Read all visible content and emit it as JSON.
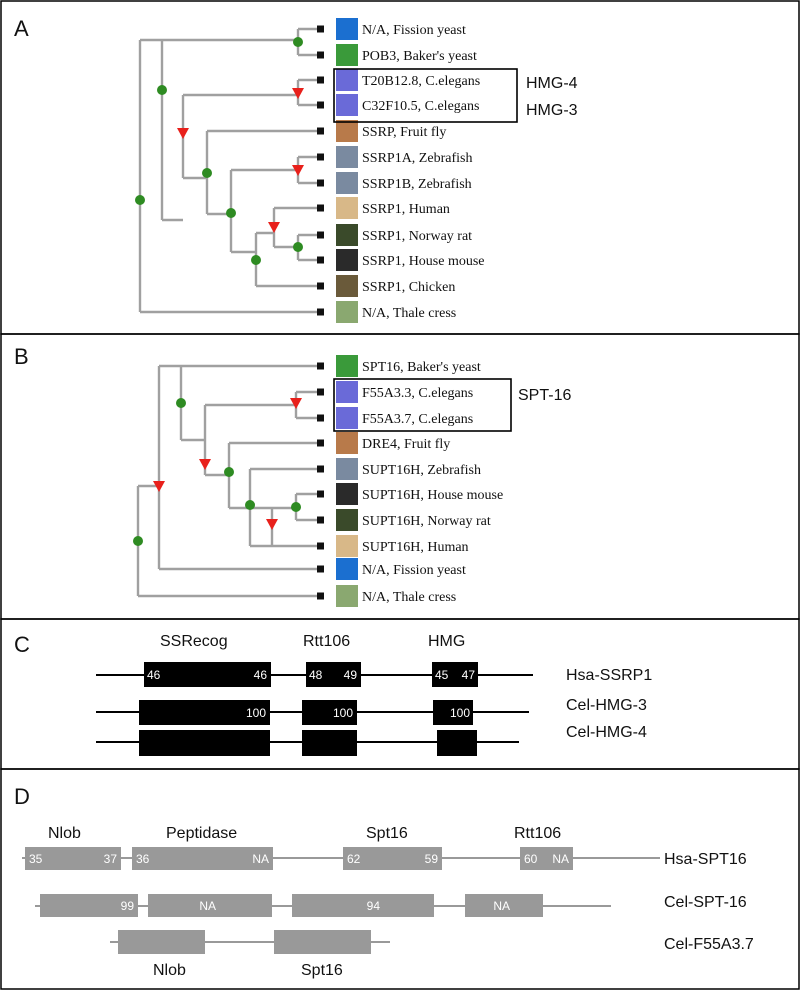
{
  "panel_a": {
    "letter": "A",
    "leaves": [
      {
        "label": "N/A, Fission yeast",
        "icon": "fission-yeast",
        "color": "#1b6fd0"
      },
      {
        "label": "POB3, Baker's yeast",
        "icon": "bakers-yeast",
        "color": "#3a9a3a"
      },
      {
        "label": "T20B12.8, C.elegans",
        "icon": "c-elegans",
        "color": "#6a6ad8"
      },
      {
        "label": "C32F10.5, C.elegans",
        "icon": "c-elegans",
        "color": "#6a6ad8"
      },
      {
        "label": "SSRP, Fruit fly",
        "icon": "fruit-fly",
        "color": "#b87a4a"
      },
      {
        "label": "SSRP1A, Zebrafish",
        "icon": "zebrafish",
        "color": "#7a8aa0"
      },
      {
        "label": "SSRP1B, Zebrafish",
        "icon": "zebrafish",
        "color": "#7a8aa0"
      },
      {
        "label": "SSRP1, Human",
        "icon": "human",
        "color": "#d8b888"
      },
      {
        "label": "SSRP1, Norway rat",
        "icon": "norway-rat",
        "color": "#3a4a2a"
      },
      {
        "label": "SSRP1, House mouse",
        "icon": "house-mouse",
        "color": "#2a2a2a"
      },
      {
        "label": "SSRP1, Chicken",
        "icon": "chicken",
        "color": "#6a5a3a"
      },
      {
        "label": "N/A, Thale cress",
        "icon": "thale-cress",
        "color": "#8aa870"
      }
    ],
    "tags": [
      "HMG-4",
      "HMG-3"
    ]
  },
  "panel_b": {
    "letter": "B",
    "leaves": [
      {
        "label": "SPT16, Baker's yeast",
        "icon": "bakers-yeast",
        "color": "#3a9a3a"
      },
      {
        "label": "F55A3.3, C.elegans",
        "icon": "c-elegans",
        "color": "#6a6ad8"
      },
      {
        "label": "F55A3.7, C.elegans",
        "icon": "c-elegans",
        "color": "#6a6ad8"
      },
      {
        "label": "DRE4, Fruit fly",
        "icon": "fruit-fly",
        "color": "#b87a4a"
      },
      {
        "label": "SUPT16H, Zebrafish",
        "icon": "zebrafish",
        "color": "#7a8aa0"
      },
      {
        "label": "SUPT16H, House mouse",
        "icon": "house-mouse",
        "color": "#2a2a2a"
      },
      {
        "label": "SUPT16H, Norway rat",
        "icon": "norway-rat",
        "color": "#3a4a2a"
      },
      {
        "label": "SUPT16H, Human",
        "icon": "human",
        "color": "#d8b888"
      },
      {
        "label": "N/A, Fission yeast",
        "icon": "fission-yeast",
        "color": "#1b6fd0"
      },
      {
        "label": "N/A, Thale cress",
        "icon": "thale-cress",
        "color": "#8aa870"
      }
    ],
    "tags": [
      "SPT-16"
    ]
  },
  "panel_c": {
    "letter": "C",
    "domains": [
      "SSRecog",
      "Rtt106",
      "HMG"
    ],
    "proteins": [
      {
        "name": "Hsa-SSRP1",
        "values": [
          [
            "46",
            "46"
          ],
          [
            "48",
            "49"
          ],
          [
            "45",
            "47"
          ]
        ]
      },
      {
        "name": "Cel-HMG-3",
        "values": [
          [
            "",
            "100"
          ],
          [
            "",
            "100"
          ],
          [
            "",
            "100"
          ]
        ]
      },
      {
        "name": "Cel-HMG-4",
        "values": [
          [
            "",
            ""
          ],
          [
            "",
            ""
          ],
          [
            "",
            ""
          ]
        ]
      }
    ]
  },
  "panel_d": {
    "letter": "D",
    "domains_top": [
      "Nlob",
      "Peptidase",
      "Spt16",
      "Rtt106"
    ],
    "domains_bottom": [
      "Nlob",
      "Spt16"
    ],
    "proteins": [
      {
        "name": "Hsa-SPT16",
        "values": [
          [
            "35",
            "37"
          ],
          [
            "36",
            "NA"
          ],
          [
            "62",
            "59"
          ],
          [
            "60",
            "NA"
          ]
        ]
      },
      {
        "name": "Cel-SPT-16",
        "values": [
          [
            "",
            "99"
          ],
          [
            "",
            "NA"
          ],
          [
            "",
            "94"
          ],
          [
            "",
            "NA"
          ]
        ]
      },
      {
        "name": "Cel-F55A3.7",
        "values": [
          [
            "",
            ""
          ],
          [
            "",
            ""
          ]
        ]
      }
    ]
  },
  "colors": {
    "branch": "#a0a0a0",
    "speciation_node": "#2e8b22",
    "duplication_node": "#e8201b",
    "domain_c": "#000000",
    "domain_d": "#999999"
  }
}
